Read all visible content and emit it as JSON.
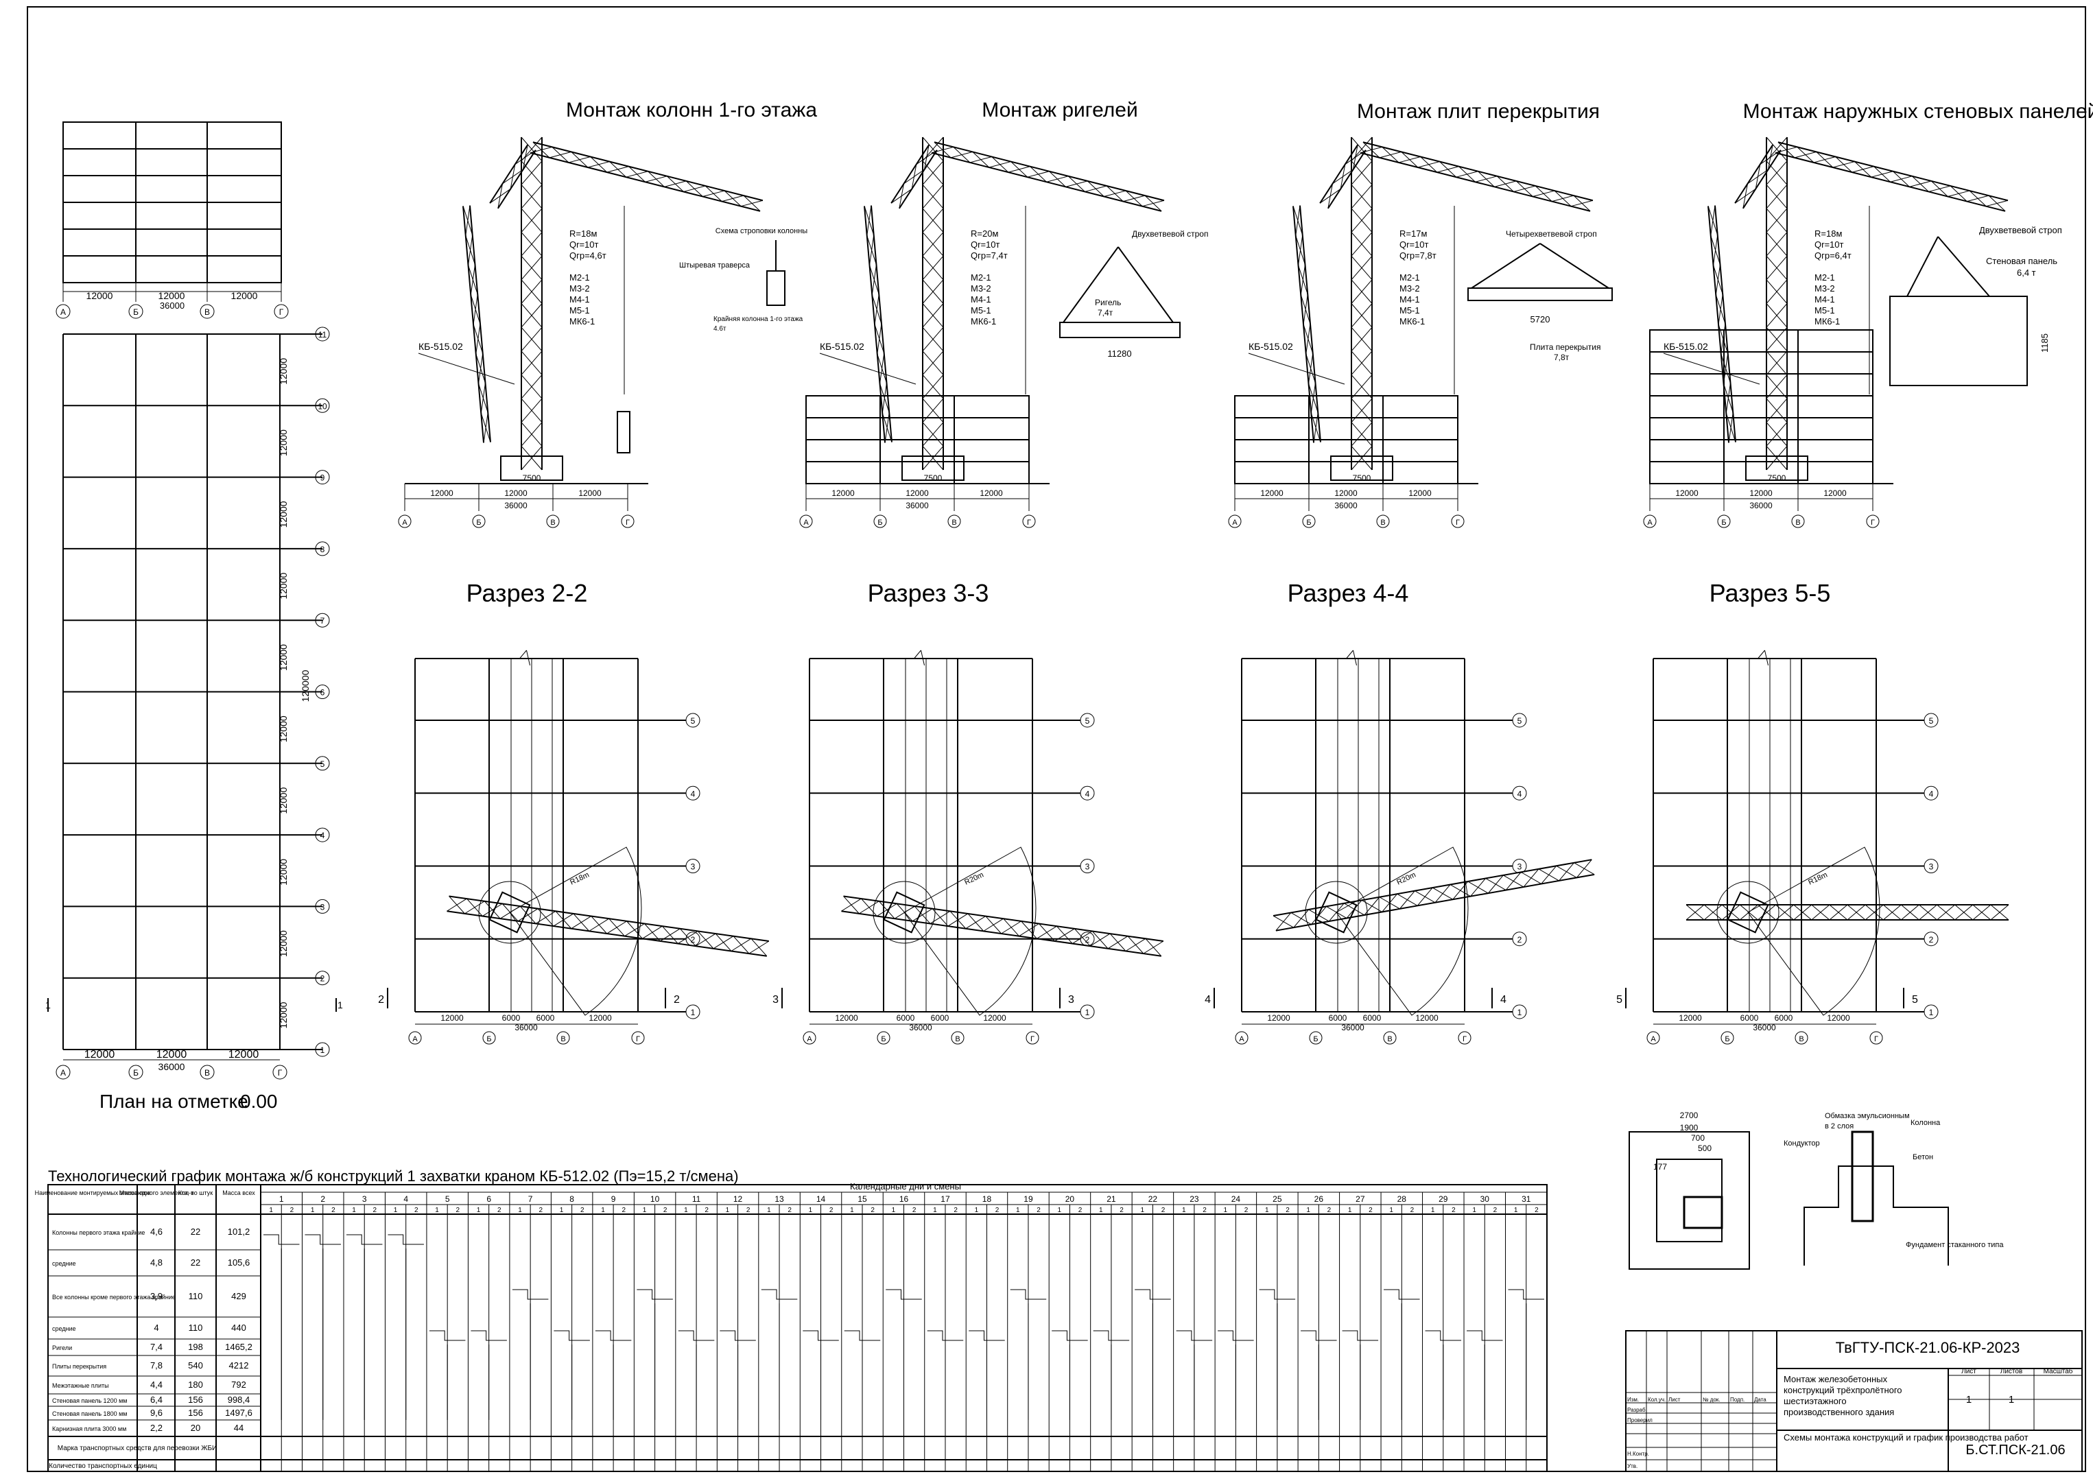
{
  "titles": {
    "col_mount": "Монтаж колонн 1-го этажа",
    "beam_mount": "Монтаж ригелей",
    "slab_mount": "Монтаж плит перекрытия",
    "wall_mount": "Монтаж наружных стеновых панелей",
    "sec2": "Разрез 2-2",
    "sec3": "Разрез 3-3",
    "sec4": "Разрез 4-4",
    "sec5": "Разрез 5-5",
    "plan": "План на отметке",
    "plan_mark": "0.00",
    "schedule": "Технологический график монтажа ж/б конструкций 1 захватки краном КБ-512.02 (Пэ=15,2 т/смена)"
  },
  "crane_name": "КБ-515.02",
  "axes": {
    "letters": [
      "А",
      "Б",
      "В",
      "Г"
    ],
    "numbers": [
      "1",
      "2",
      "3",
      "4",
      "5",
      "6",
      "7",
      "8",
      "9",
      "10",
      "11"
    ]
  },
  "dims": {
    "span": "12000",
    "total": "36000",
    "half": "6000",
    "base": "7500",
    "plan_total": "120000"
  },
  "crane_params": [
    {
      "lines": [
        "R=18м",
        "Qr=10т",
        "Qгр=4,6т",
        "",
        "M2-1",
        "M3-2",
        "M4-1",
        "M5-1",
        "MК6-1"
      ]
    },
    {
      "lines": [
        "R=20м",
        "Qr=10т",
        "Qгр=7,4т",
        "",
        "M2-1",
        "M3-2",
        "M4-1",
        "M5-1",
        "MК6-1"
      ]
    },
    {
      "lines": [
        "R=17м",
        "Qr=10т",
        "Qгр=7,8т",
        "",
        "M2-1",
        "M3-2",
        "M4-1",
        "M5-1",
        "MК6-1"
      ]
    },
    {
      "lines": [
        "R=18м",
        "Qr=10т",
        "Qгр=6,4т",
        "",
        "M2-1",
        "M3-2",
        "M4-1",
        "M5-1",
        "MК6-1"
      ]
    }
  ],
  "labels": {
    "col_sling_scheme": "Схема строповки колонны",
    "pin_traverse": "Штыревая траверса",
    "edge_column": "Крайняя колонна 1-го этажа",
    "edge_column_mass": "4.6т",
    "two_branch_sling": "Двухветвевой строп",
    "four_branch_sling": "Четырехветвевой строп",
    "beam": "Ригель",
    "beam_mass": "7,4т",
    "beam_len": "11280",
    "slab": "Плита перекрытия",
    "slab_mass": "7,8т",
    "slab_len": "5720",
    "wall_panel": "Стеновая панель",
    "wall_mass": "6,4 т",
    "wall_h": "1185",
    "radius_18": "R18m",
    "radius_20": "R20m",
    "foundation_obm": "Обмазка эмульсионным",
    "foundation_layers": "в 2 слоя",
    "column": "Колонна",
    "conductor": "Кондуктор",
    "concrete": "Бетон",
    "glass_foundation": "Фундамент стаканного типа",
    "d2700": "2700",
    "d1900": "1900",
    "d700": "700",
    "d500": "500",
    "d177": "177"
  },
  "schedule": {
    "col_headers": [
      "Наименование монтируемых элементов",
      "Масса одного элемента, т",
      "Кол-во штук",
      "Масса всех"
    ],
    "calendar_header": "Календарные дни и смены",
    "days": [
      "1",
      "2",
      "3",
      "4",
      "5",
      "6",
      "7",
      "8",
      "9",
      "10",
      "11",
      "12",
      "13",
      "14",
      "15",
      "16",
      "17",
      "18",
      "19",
      "20",
      "21",
      "22",
      "23",
      "24",
      "25",
      "26",
      "27",
      "28",
      "29",
      "30",
      "31"
    ],
    "shifts": [
      "1",
      "2"
    ],
    "rows": [
      {
        "name": "Колонны первого этажа крайние",
        "mass": "4,6",
        "qty": "22",
        "total": "101,2"
      },
      {
        "name": "средние",
        "mass": "4,8",
        "qty": "22",
        "total": "105,6"
      },
      {
        "name": "Все колонны кроме первого этажа крайние",
        "mass": "3,9",
        "qty": "110",
        "total": "429"
      },
      {
        "name": "средние",
        "mass": "4",
        "qty": "110",
        "total": "440"
      },
      {
        "name": "Ригели",
        "mass": "7,4",
        "qty": "198",
        "total": "1465,2"
      },
      {
        "name": "Плиты перекрытия",
        "mass": "7,8",
        "qty": "540",
        "total": "4212"
      },
      {
        "name": "Межэтажные плиты",
        "mass": "4,4",
        "qty": "180",
        "total": "792"
      },
      {
        "name": "Стеновая панель 1200 мм",
        "mass": "6,4",
        "qty": "156",
        "total": "998,4"
      },
      {
        "name": "Стеновая панель 1800 мм",
        "mass": "9,6",
        "qty": "156",
        "total": "1497,6"
      },
      {
        "name": "Карнизная плита 3000 мм",
        "mass": "2,2",
        "qty": "20",
        "total": "44"
      }
    ],
    "footer1": "Марка транспортных средств для перевозки ЖБИ",
    "footer2": "Количество транспортных единиц"
  },
  "stamp": {
    "code": "ТвГТУ-ПСК-21.06-КР-2023",
    "title": "Монтаж железобетонных конструкций трёхпролётного шестиэтажного производственного здания",
    "subtitle": "Схемы монтажа конструкций и график производства работ",
    "sheet_label": "Лист",
    "sheets_label": "Листов",
    "scale_label": "Масштаб",
    "sheet": "1",
    "sheets": "1",
    "org": "Б.СТ.ПСК-21.06",
    "izm": "Изм.",
    "kol": "Кол.уч.",
    "list": "Лист",
    "ndok": "№ док.",
    "podp": "Подп.",
    "date": "Дата",
    "razrab": "Разраб.",
    "prover": "Проверил",
    "nkontr": "Н.Контр.",
    "utv": "Утв."
  }
}
